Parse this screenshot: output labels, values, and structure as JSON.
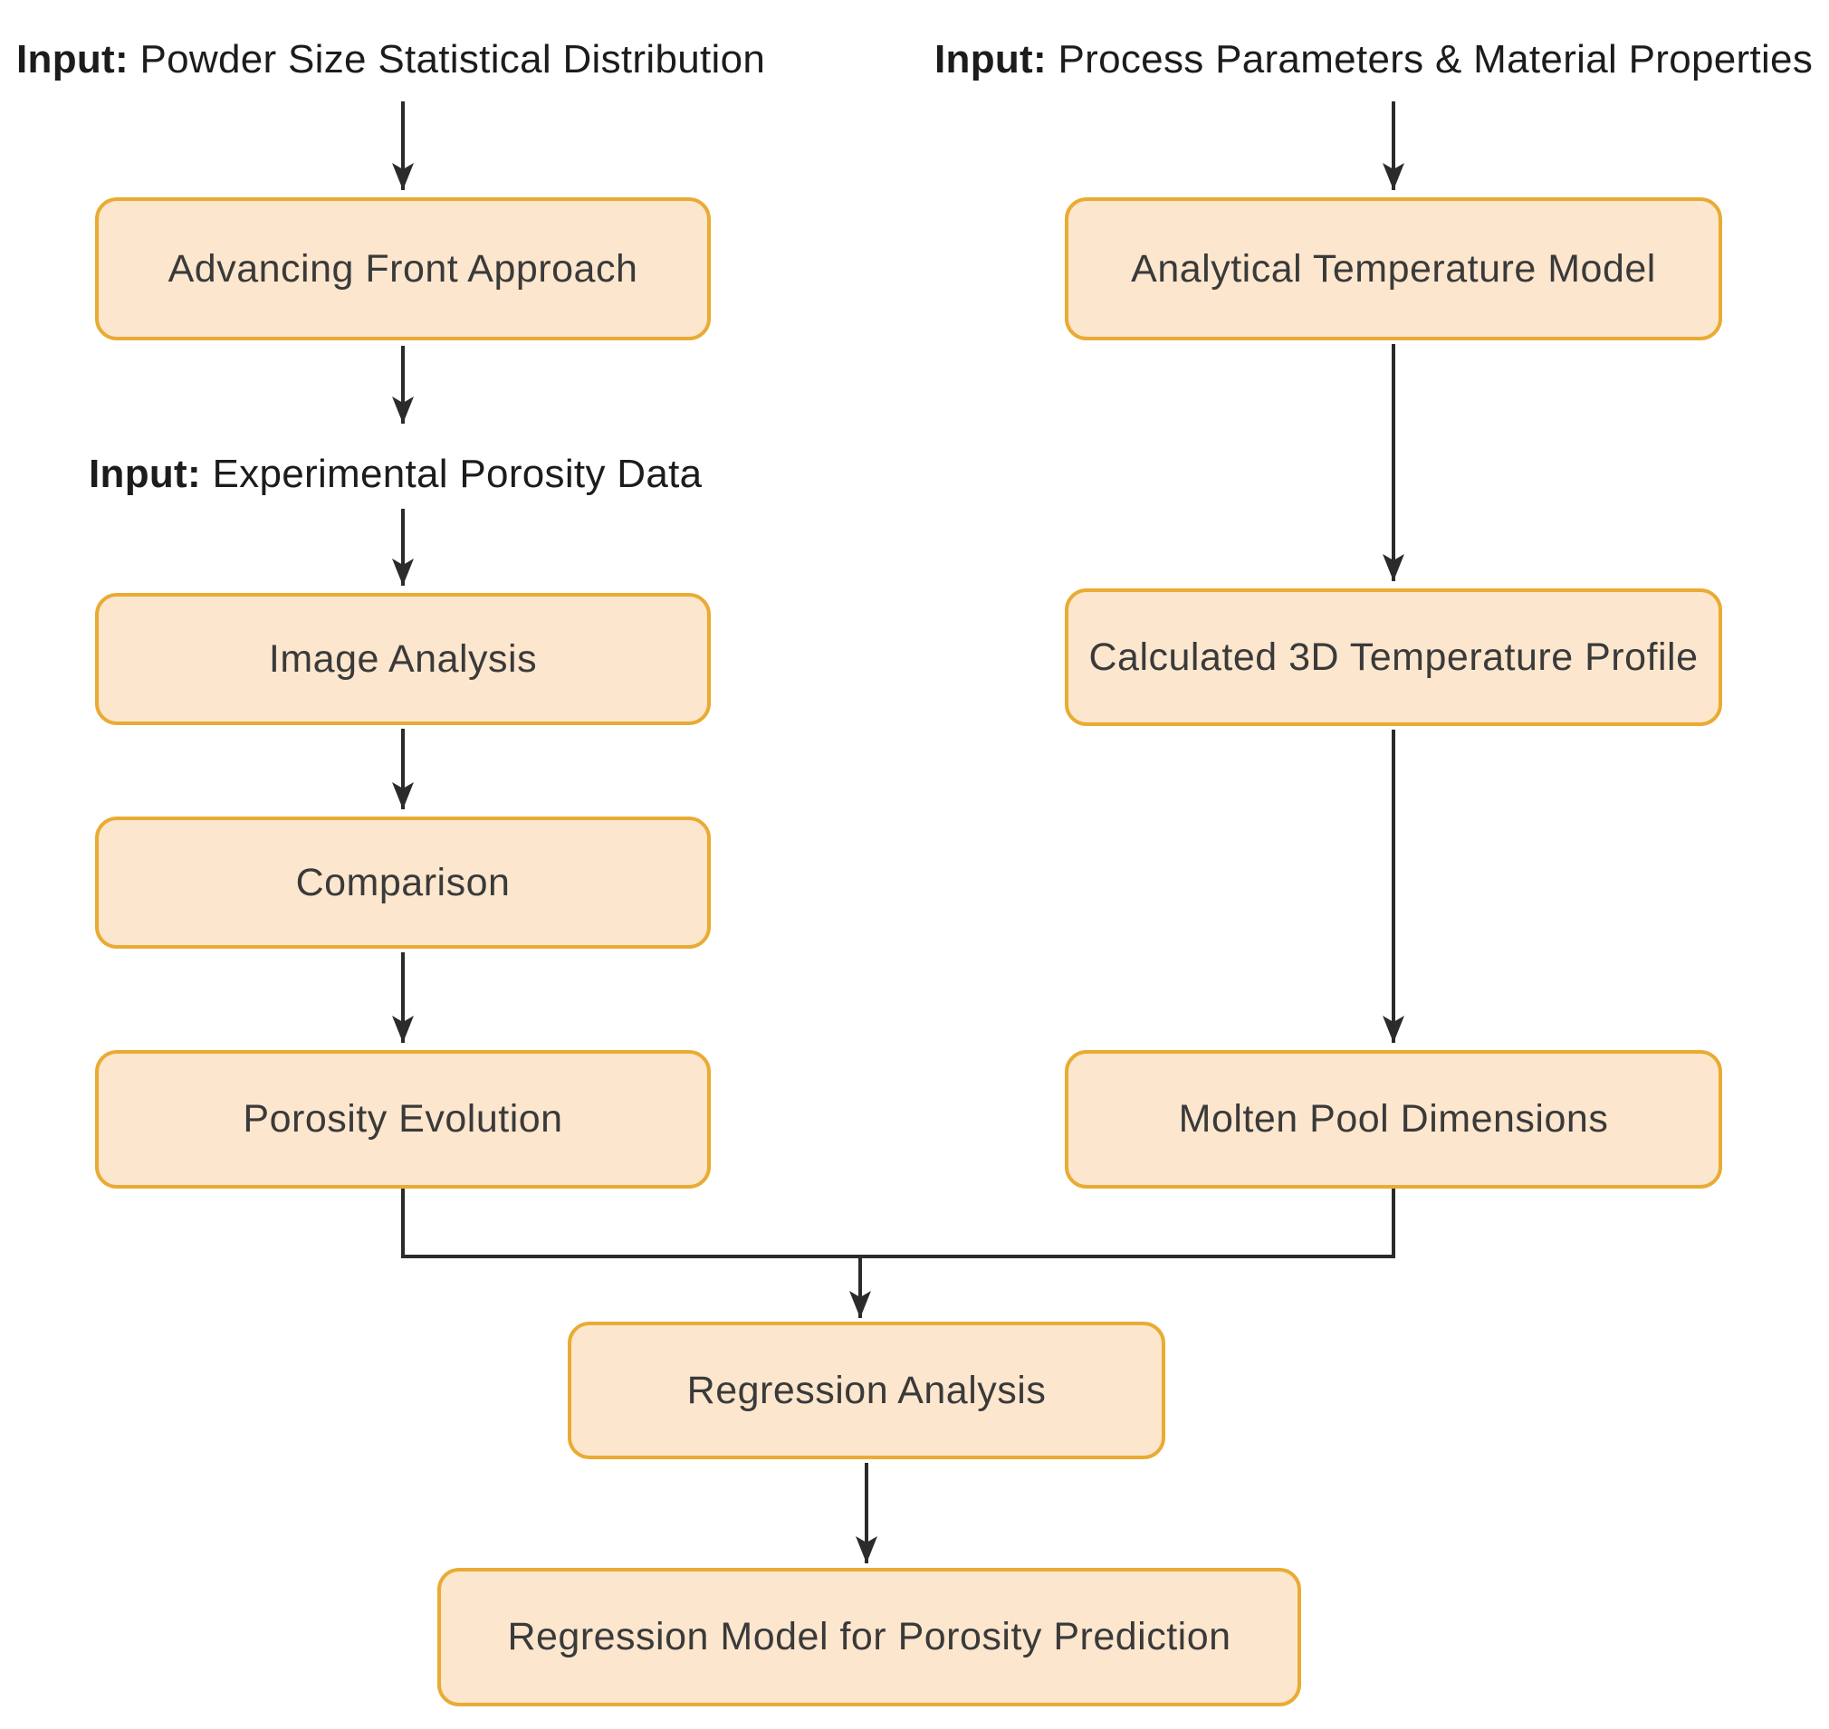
{
  "diagram": {
    "type": "flowchart",
    "colors": {
      "background": "#FFFFFF",
      "node_fill": "#FCE6CE",
      "node_border": "#E9AB33",
      "node_text": "#3A3A3A",
      "label_text": "#1C1C1C",
      "edge": "#2B2B2B"
    },
    "labels": [
      {
        "prefix": "Input:",
        "text": "Powder Size Statistical Distribution"
      },
      {
        "prefix": "Input:",
        "text": "Process Parameters & Material Properties"
      },
      {
        "prefix": "Input:",
        "text": "Experimental Porosity Data"
      }
    ],
    "nodes": [
      {
        "label": "Advancing Front Approach"
      },
      {
        "label": "Analytical Temperature Model"
      },
      {
        "label": "Image Analysis"
      },
      {
        "label": "Calculated 3D Temperature Profile"
      },
      {
        "label": "Comparison"
      },
      {
        "label": "Porosity Evolution"
      },
      {
        "label": "Molten Pool Dimensions"
      },
      {
        "label": "Regression Analysis"
      },
      {
        "label": "Regression Model for Porosity Prediction"
      }
    ],
    "edges": [
      {
        "from": "input-powder-size-label",
        "to": "advancing-front-approach"
      },
      {
        "from": "input-process-parameters-label",
        "to": "analytical-temperature-model"
      },
      {
        "from": "advancing-front-approach",
        "to": "input-experimental-porosity-label"
      },
      {
        "from": "input-experimental-porosity-label",
        "to": "image-analysis"
      },
      {
        "from": "image-analysis",
        "to": "comparison"
      },
      {
        "from": "comparison",
        "to": "porosity-evolution"
      },
      {
        "from": "analytical-temperature-model",
        "to": "calculated-3d-temperature-profile"
      },
      {
        "from": "calculated-3d-temperature-profile",
        "to": "molten-pool-dimensions"
      },
      {
        "from": "porosity-evolution + molten-pool-dimensions",
        "to": "regression-analysis"
      },
      {
        "from": "regression-analysis",
        "to": "regression-model-for-porosity-prediction"
      }
    ]
  }
}
